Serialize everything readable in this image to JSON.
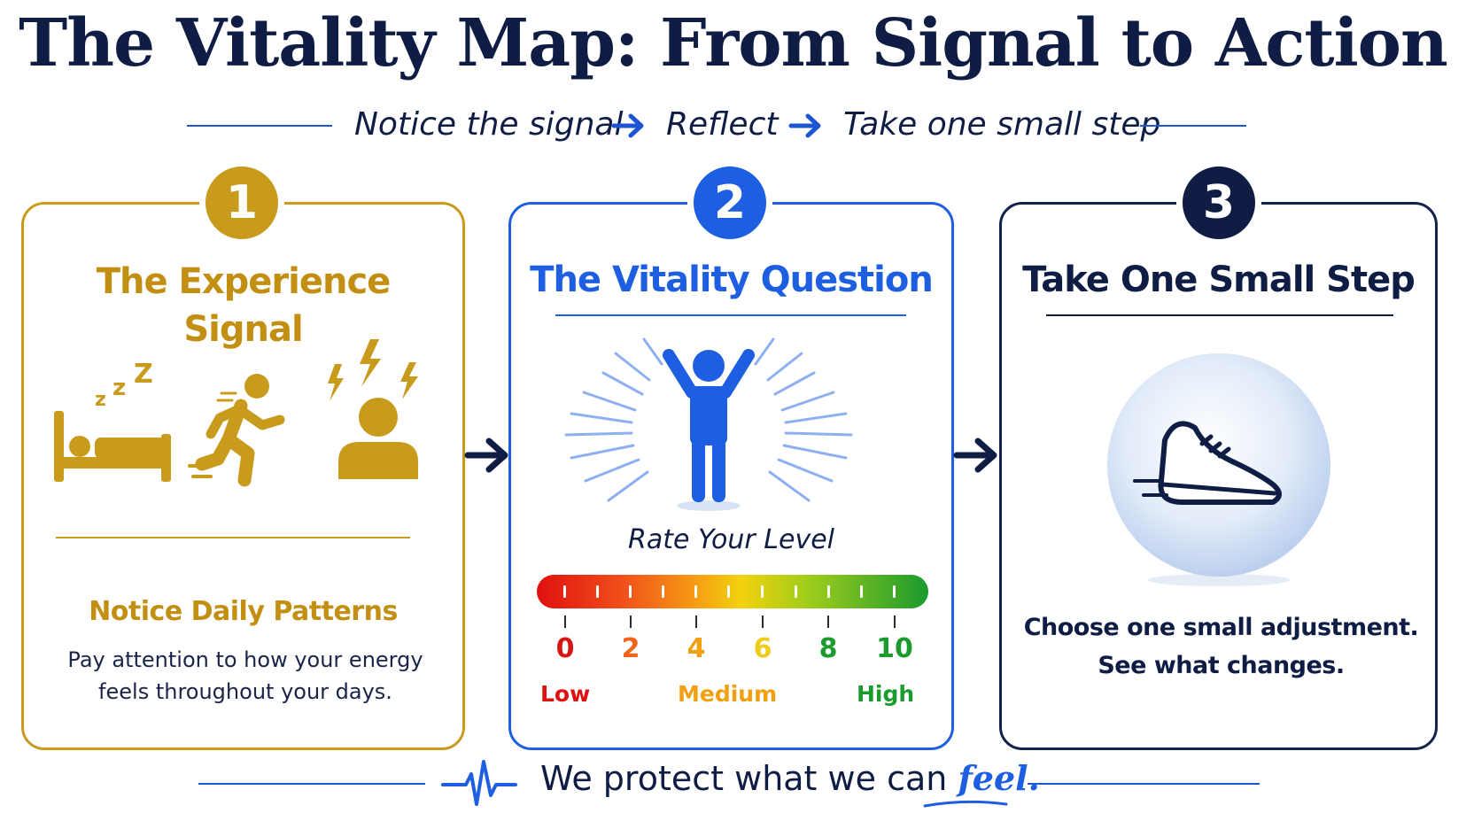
{
  "title": "The Vitality Map: From Signal to Action",
  "subtitle": {
    "step1": "Notice the signal",
    "step2": "Reflect",
    "step3": "Take one small step"
  },
  "cards": [
    {
      "number": "1",
      "title_line1": "The Experience",
      "title_line2": "Signal",
      "subheading": "Notice Daily Patterns",
      "body_line1": "Pay attention to how your energy",
      "body_line2": "feels throughout your days."
    },
    {
      "number": "2",
      "title": "The Vitality Question",
      "rate_label": "Rate Your Level",
      "scale": {
        "numbers": [
          "0",
          "2",
          "4",
          "6",
          "8",
          "10"
        ],
        "low": "Low",
        "medium": "Medium",
        "high": "High"
      }
    },
    {
      "number": "3",
      "title": "Take One Small Step",
      "body_line1": "Choose one small adjustment.",
      "body_line2": "See what changes."
    }
  ],
  "icons": {
    "card1": [
      "bed-sleep-icon",
      "running-person-icon",
      "stressed-person-icon"
    ],
    "card2": [
      "energized-person-icon"
    ],
    "card3": [
      "sneaker-icon"
    ],
    "footer": [
      "heartbeat-icon"
    ]
  },
  "footer": {
    "text": "We protect what we can",
    "emphasis": "feel."
  },
  "colors": {
    "navy": "#0f1d45",
    "gold": "#c89b1d",
    "blue": "#1d5fe0",
    "low": "#e01010",
    "medium": "#f0a010",
    "high": "#1b9a2e"
  }
}
